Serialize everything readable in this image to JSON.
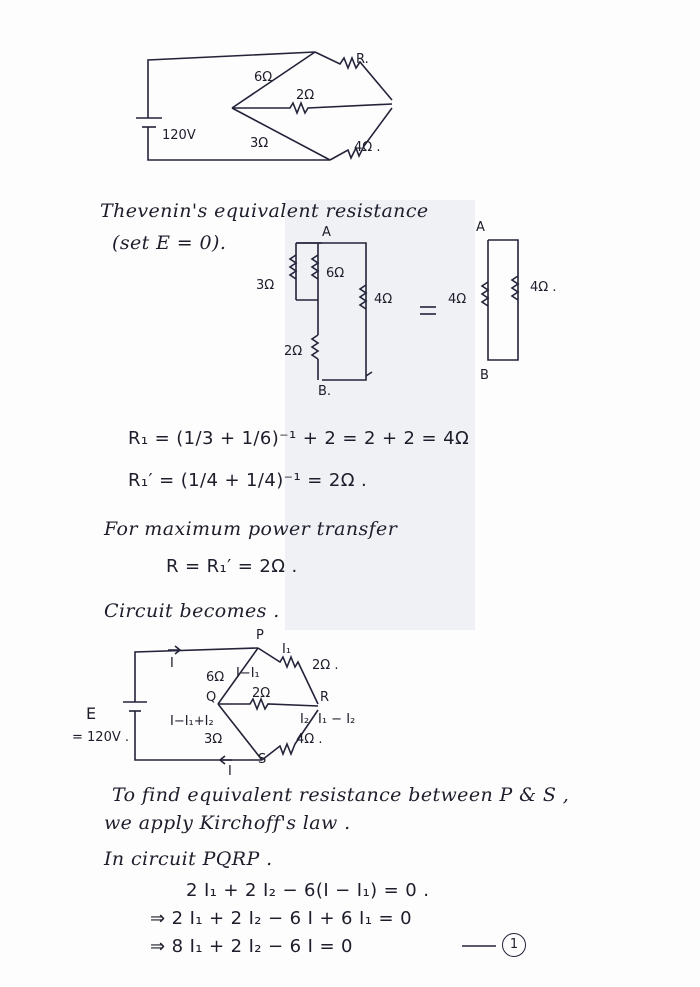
{
  "circuit1": {
    "r_top_left": "6Ω",
    "r_top_right": "R.",
    "r_middle": "2Ω",
    "r_bottom_left": "3Ω",
    "r_bottom_right": "4Ω .",
    "source": "120V"
  },
  "text": {
    "thevenin": "Thevenin's equivalent resistance",
    "set_e": "(set E = 0).",
    "max_power": "For maximum power transfer",
    "circuit_becomes": "Circuit becomes .",
    "find_eq_1": "To find equivalent resistance between P & S ,",
    "find_eq_2": "we apply Kirchoff's law .",
    "in_circuit": "In circuit PQRP ."
  },
  "circuit2": {
    "node_a": "A",
    "node_b": "B.",
    "r3": "3Ω",
    "r6": "6Ω",
    "r2": "2Ω",
    "r4": "4Ω",
    "equals": "="
  },
  "circuit3": {
    "node_a": "A",
    "node_b": "B",
    "r4_left": "4Ω",
    "r4_right": "4Ω ."
  },
  "equations": {
    "r1": "R₁ = (1/3 + 1/6)⁻¹ + 2 = 2 + 2 = 4Ω",
    "r1_prime": "R₁′ = (1/4 + 1/4)⁻¹ = 2Ω .",
    "r_equals": "R = R₁′ = 2Ω .",
    "kvl1": "2 I₁ + 2 I₂ − 6(I − I₁) = 0 .",
    "kvl2": "⇒ 2 I₁ + 2 I₂ − 6 I + 6 I₁ = 0",
    "kvl3": "⇒ 8 I₁ + 2 I₂ − 6 I = 0",
    "eq_num": "1"
  },
  "circuit4": {
    "p": "P",
    "q": "Q",
    "r": "R",
    "s": "S",
    "i_top": "I",
    "i_bottom": "I",
    "i1": "I₁",
    "i_minus_i1": "I−I₁",
    "r6": "6Ω",
    "r2_top": "2Ω .",
    "r2_mid": "2Ω",
    "i2": "I₂",
    "i1_minus_i2": "I₁ − I₂",
    "i_combo": "I−I₁+I₂",
    "r3": "3Ω",
    "r4": "4Ω .",
    "e": "E",
    "e_value": "= 120V ."
  }
}
